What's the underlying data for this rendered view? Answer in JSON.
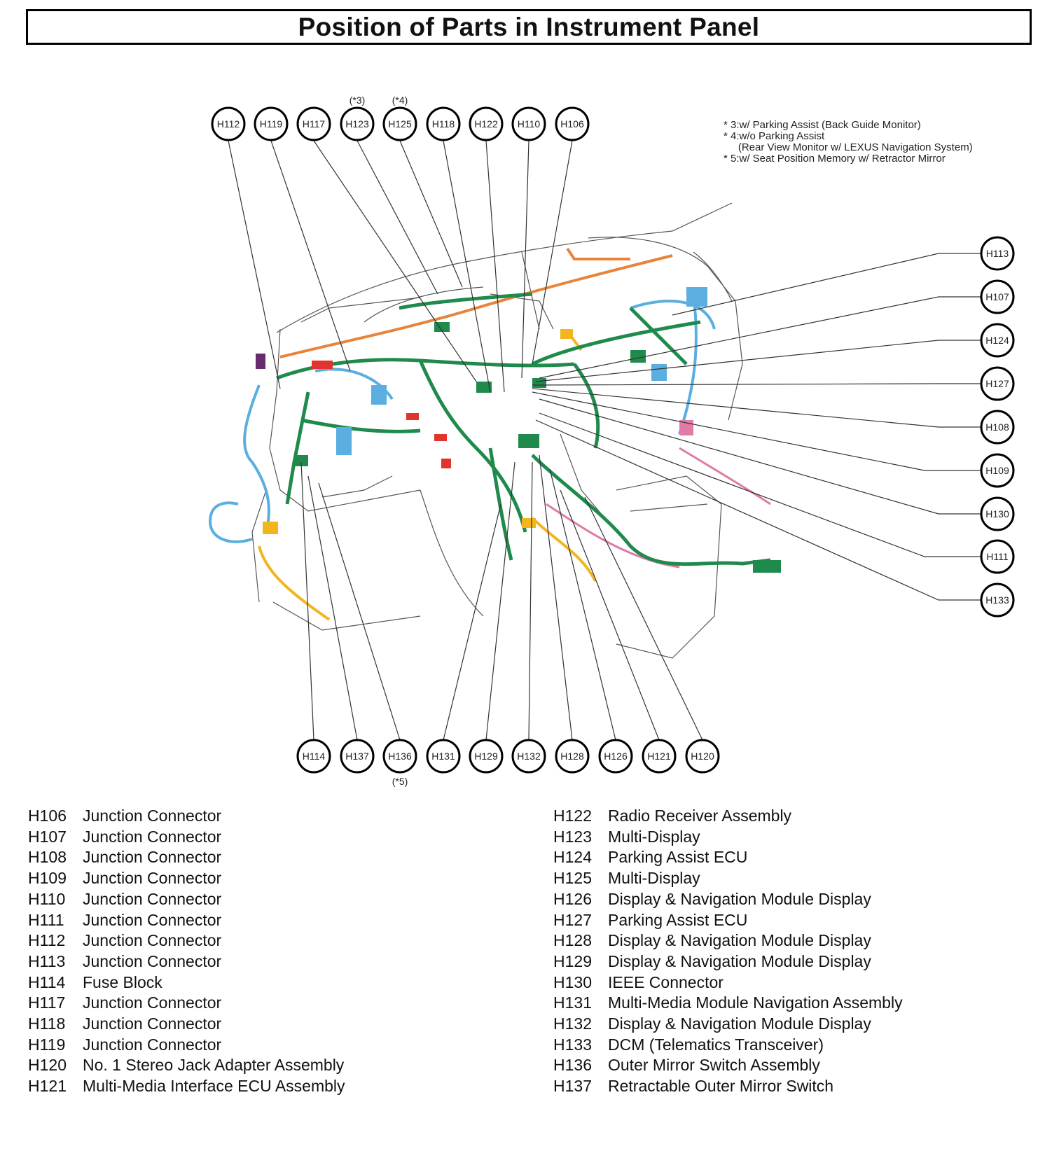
{
  "title": "Position of Parts in Instrument Panel",
  "notes": [
    "* 3:w/ Parking Assist (Back Guide Monitor)",
    "* 4:w/o Parking Assist",
    "     (Rear View Monitor w/ LEXUS Navigation System)",
    "* 5:w/ Seat Position Memory w/ Retractor Mirror"
  ],
  "callouts": {
    "top": [
      {
        "code": "H112",
        "note": ""
      },
      {
        "code": "H119",
        "note": ""
      },
      {
        "code": "H117",
        "note": ""
      },
      {
        "code": "H123",
        "note": "(*3)"
      },
      {
        "code": "H125",
        "note": "(*4)"
      },
      {
        "code": "H118",
        "note": ""
      },
      {
        "code": "H122",
        "note": ""
      },
      {
        "code": "H110",
        "note": ""
      },
      {
        "code": "H106",
        "note": ""
      }
    ],
    "right": [
      {
        "code": "H113"
      },
      {
        "code": "H107"
      },
      {
        "code": "H124"
      },
      {
        "code": "H127"
      },
      {
        "code": "H108"
      },
      {
        "code": "H109"
      },
      {
        "code": "H130"
      },
      {
        "code": "H111"
      },
      {
        "code": "H133"
      }
    ],
    "bottom": [
      {
        "code": "H114",
        "note": ""
      },
      {
        "code": "H137",
        "note": ""
      },
      {
        "code": "H136",
        "note": "(*5)"
      },
      {
        "code": "H131",
        "note": ""
      },
      {
        "code": "H129",
        "note": ""
      },
      {
        "code": "H132",
        "note": ""
      },
      {
        "code": "H128",
        "note": ""
      },
      {
        "code": "H126",
        "note": ""
      },
      {
        "code": "H121",
        "note": ""
      },
      {
        "code": "H120",
        "note": ""
      }
    ]
  },
  "legend_left": [
    {
      "code": "H106",
      "name": "Junction Connector"
    },
    {
      "code": "H107",
      "name": "Junction Connector"
    },
    {
      "code": "H108",
      "name": "Junction Connector"
    },
    {
      "code": "H109",
      "name": "Junction Connector"
    },
    {
      "code": "H110",
      "name": "Junction Connector"
    },
    {
      "code": "H111",
      "name": "Junction Connector"
    },
    {
      "code": "H112",
      "name": "Junction Connector"
    },
    {
      "code": "H113",
      "name": "Junction Connector"
    },
    {
      "code": "H114",
      "name": "Fuse Block"
    },
    {
      "code": "H117",
      "name": "Junction Connector"
    },
    {
      "code": "H118",
      "name": "Junction Connector"
    },
    {
      "code": "H119",
      "name": "Junction Connector"
    },
    {
      "code": "H120",
      "name": "No. 1 Stereo Jack Adapter Assembly"
    },
    {
      "code": "H121",
      "name": "Multi-Media Interface ECU Assembly"
    }
  ],
  "legend_right": [
    {
      "code": "H122",
      "name": "Radio Receiver Assembly"
    },
    {
      "code": "H123",
      "name": "Multi-Display"
    },
    {
      "code": "H124",
      "name": "Parking Assist ECU"
    },
    {
      "code": "H125",
      "name": "Multi-Display"
    },
    {
      "code": "H126",
      "name": "Display & Navigation Module Display"
    },
    {
      "code": "H127",
      "name": "Parking Assist ECU"
    },
    {
      "code": "H128",
      "name": "Display & Navigation Module Display"
    },
    {
      "code": "H129",
      "name": "Display & Navigation Module Display"
    },
    {
      "code": "H130",
      "name": "IEEE Connector"
    },
    {
      "code": "H131",
      "name": "Multi-Media Module Navigation Assembly"
    },
    {
      "code": "H132",
      "name": "Display & Navigation Module Display"
    },
    {
      "code": "H133",
      "name": "DCM (Telematics Transceiver)"
    },
    {
      "code": "H136",
      "name": "Outer Mirror Switch Assembly"
    },
    {
      "code": "H137",
      "name": "Retractable Outer Mirror Switch"
    }
  ],
  "colors": {
    "harness_main": "#1f8a4c",
    "harness_orange": "#e8843a",
    "harness_blue": "#5aaee0",
    "harness_yellow": "#f2b51f",
    "harness_pink": "#e07aa8",
    "harness_red": "#e0342c",
    "harness_purple": "#6a2a6e",
    "outline": "#333333"
  }
}
